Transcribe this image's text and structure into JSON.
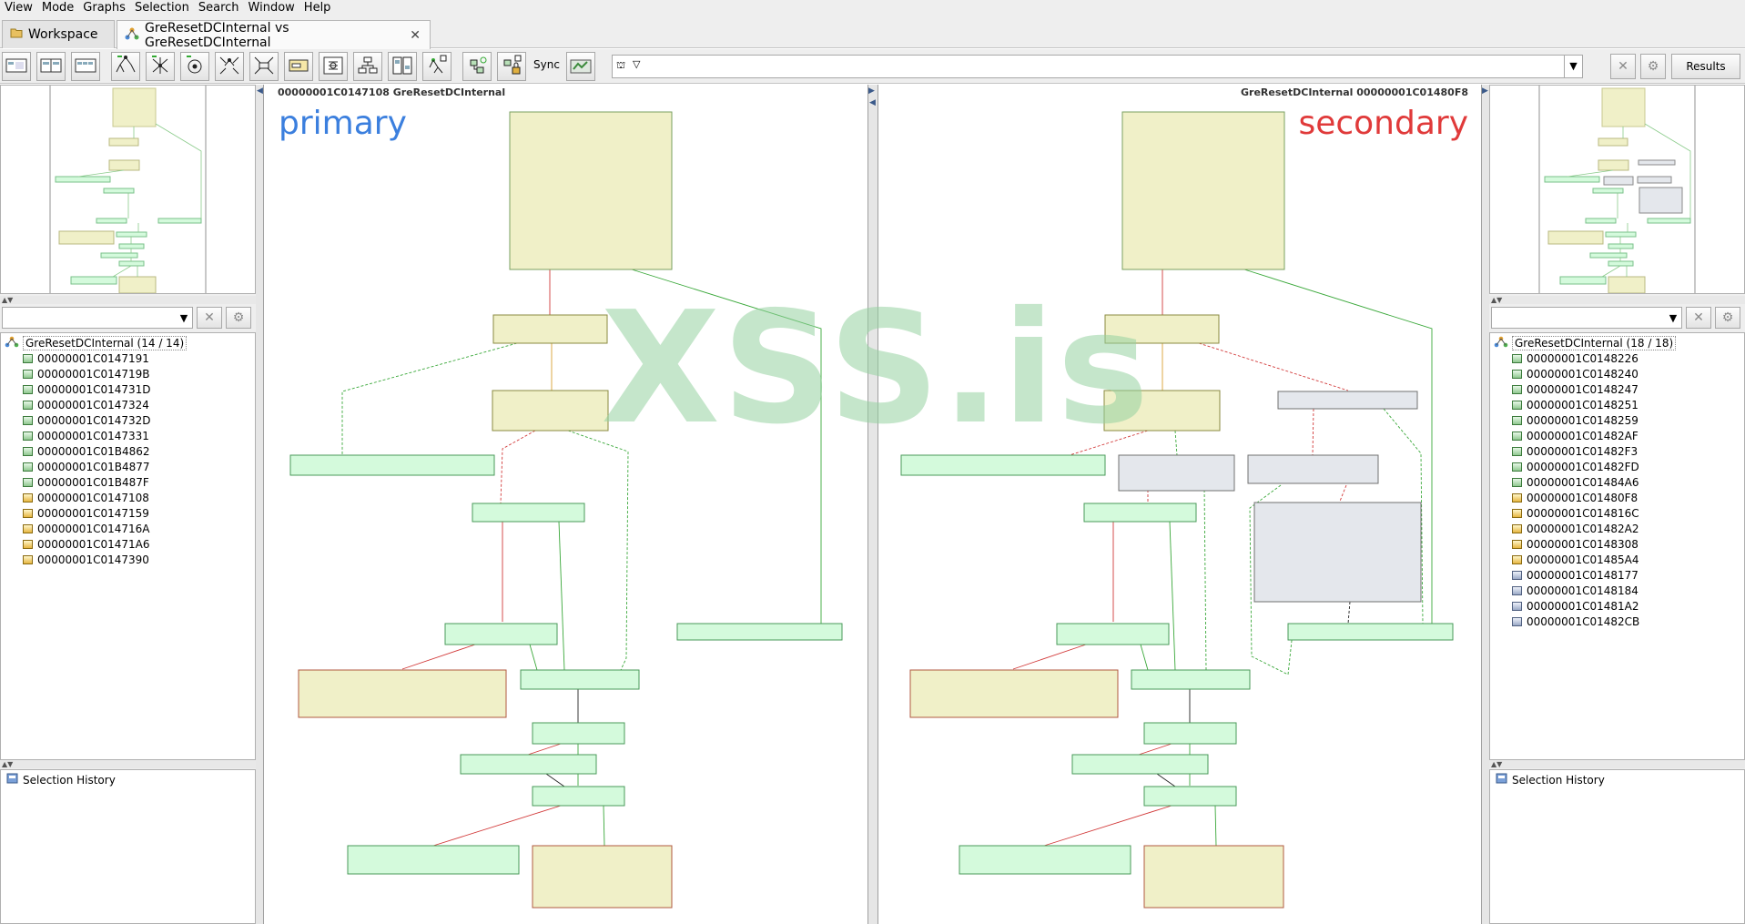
{
  "menubar": {
    "items": [
      "View",
      "Mode",
      "Graphs",
      "Selection",
      "Search",
      "Window",
      "Help"
    ]
  },
  "tabs": {
    "workspace": "Workspace",
    "active": "GreResetDCInternal vs GreResetDCInternal"
  },
  "toolbar": {
    "sync_label": "Sync",
    "results_label": "Results",
    "combo_value": ""
  },
  "primary": {
    "header": "00000001C0147108 GreResetDCInternal",
    "label": "primary",
    "label_color": "#3b7fde"
  },
  "secondary": {
    "header": "GreResetDCInternal 00000001C01480F8",
    "label": "secondary",
    "label_color": "#e03a3a"
  },
  "left_tree": {
    "root": "GreResetDCInternal (14 / 14)",
    "items": [
      {
        "label": "00000001C0147191",
        "color": "green"
      },
      {
        "label": "00000001C014719B",
        "color": "green"
      },
      {
        "label": "00000001C014731D",
        "color": "green"
      },
      {
        "label": "00000001C0147324",
        "color": "green"
      },
      {
        "label": "00000001C014732D",
        "color": "green"
      },
      {
        "label": "00000001C0147331",
        "color": "green"
      },
      {
        "label": "00000001C01B4862",
        "color": "green"
      },
      {
        "label": "00000001C01B4877",
        "color": "green"
      },
      {
        "label": "00000001C01B487F",
        "color": "green"
      },
      {
        "label": "00000001C0147108",
        "color": "yellow"
      },
      {
        "label": "00000001C0147159",
        "color": "yellow"
      },
      {
        "label": "00000001C014716A",
        "color": "yellow"
      },
      {
        "label": "00000001C01471A6",
        "color": "yellow"
      },
      {
        "label": "00000001C0147390",
        "color": "yellow"
      }
    ]
  },
  "right_tree": {
    "root": "GreResetDCInternal (18 / 18)",
    "items": [
      {
        "label": "00000001C0148226",
        "color": "green"
      },
      {
        "label": "00000001C0148240",
        "color": "green"
      },
      {
        "label": "00000001C0148247",
        "color": "green"
      },
      {
        "label": "00000001C0148251",
        "color": "green"
      },
      {
        "label": "00000001C0148259",
        "color": "green"
      },
      {
        "label": "00000001C01482AF",
        "color": "green"
      },
      {
        "label": "00000001C01482F3",
        "color": "green"
      },
      {
        "label": "00000001C01482FD",
        "color": "green"
      },
      {
        "label": "00000001C01484A6",
        "color": "green"
      },
      {
        "label": "00000001C01480F8",
        "color": "yellow"
      },
      {
        "label": "00000001C014816C",
        "color": "yellow"
      },
      {
        "label": "00000001C01482A2",
        "color": "yellow"
      },
      {
        "label": "00000001C0148308",
        "color": "yellow"
      },
      {
        "label": "00000001C01485A4",
        "color": "yellow"
      },
      {
        "label": "00000001C0148177",
        "color": "blue"
      },
      {
        "label": "00000001C0148184",
        "color": "blue"
      },
      {
        "label": "00000001C01481A2",
        "color": "blue"
      },
      {
        "label": "00000001C01482CB",
        "color": "blue"
      }
    ]
  },
  "history": {
    "title": "Selection History"
  },
  "watermark": "XSS.is",
  "colors": {
    "node_yellow": "#f0f0c8",
    "node_green": "#d4fadc",
    "node_gray": "#e4e7ec",
    "edge_green": "#3aa83a",
    "edge_red": "#d23a3a",
    "edge_orange": "#d8a030",
    "edge_black": "#222222"
  }
}
